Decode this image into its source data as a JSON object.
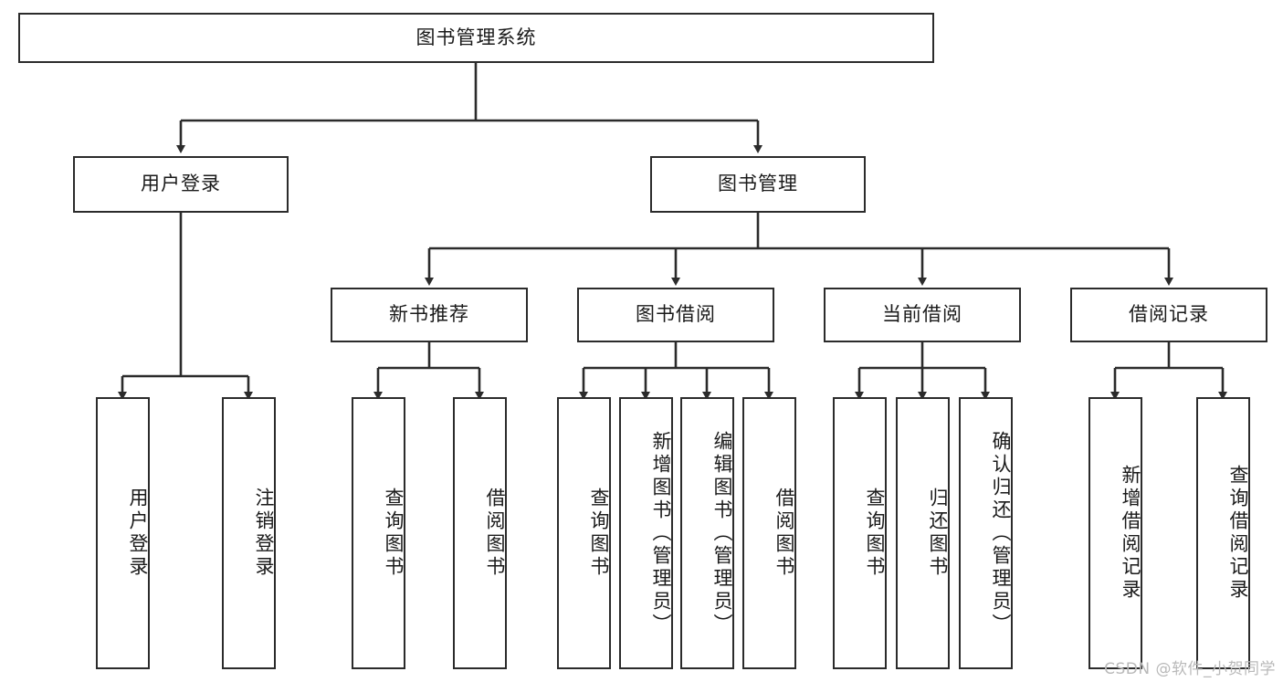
{
  "diagram": {
    "type": "tree",
    "title": "图书管理系统",
    "orientation": "top-down",
    "colors": {
      "box_border": "#2b2b2b",
      "box_fill": "#ffffff",
      "edge": "#2b2b2b",
      "background": "#ffffff",
      "watermark": "#b9b9b9"
    },
    "root": {
      "label": "图书管理系统"
    },
    "level2": [
      {
        "label": "用户登录"
      },
      {
        "label": "图书管理"
      }
    ],
    "level3": [
      {
        "label": "新书推荐"
      },
      {
        "label": "图书借阅"
      },
      {
        "label": "当前借阅"
      },
      {
        "label": "借阅记录"
      }
    ],
    "leaves": {
      "user_login": [
        {
          "label": "用户登录"
        },
        {
          "label": "注销登录"
        }
      ],
      "new_book_recommend": [
        {
          "label": "查询图书"
        },
        {
          "label": "借阅图书"
        }
      ],
      "book_borrow": [
        {
          "label": "查询图书"
        },
        {
          "label": "新增图书（管理员）"
        },
        {
          "label": "编辑图书（管理员）"
        },
        {
          "label": "借阅图书"
        }
      ],
      "current_borrow": [
        {
          "label": "查询图书"
        },
        {
          "label": "归还图书"
        },
        {
          "label": "确认归还（管理员）"
        }
      ],
      "borrow_record": [
        {
          "label": "新增借阅记录"
        },
        {
          "label": "查询借阅记录"
        }
      ]
    }
  },
  "watermark": {
    "text": "CSDN @软件_小贺同学"
  }
}
